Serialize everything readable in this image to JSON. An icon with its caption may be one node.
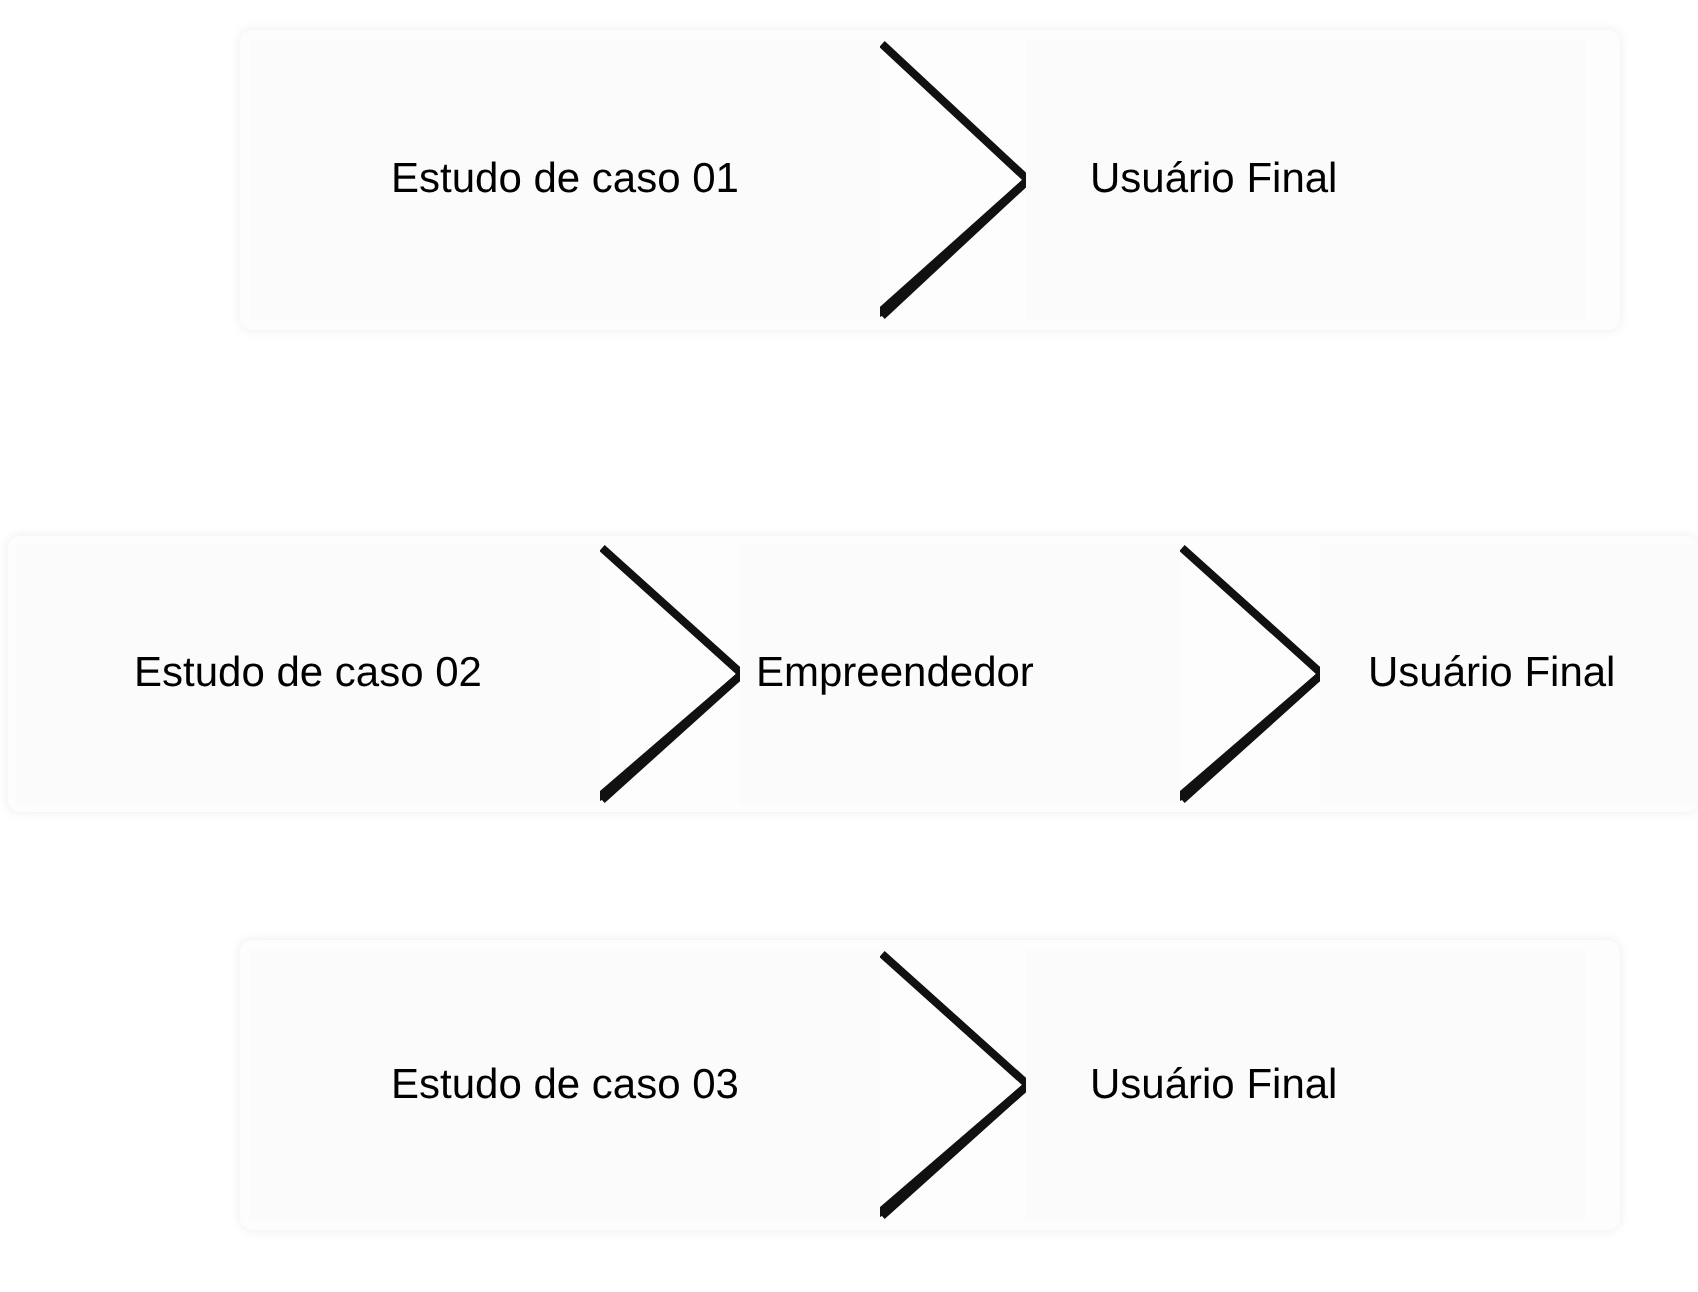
{
  "diagram": {
    "nodes": [
      {
        "text": [
          "Estudo de caso 01"
        ]
      },
      {
        "text": [
          "Usuário Final"
        ]
      },
      {
        "text": [
          "Estudo de caso 02"
        ]
      },
      {
        "text": [
          "Empreendedor"
        ]
      },
      {
        "text": [
          "Usuário Final"
        ]
      },
      {
        "text": [
          "Estudo de caso 03"
        ]
      },
      {
        "text": [
          "Usuário Final"
        ]
      }
    ],
    "edges": [
      {
        "from": 0,
        "to": 1,
        "arrow": "to"
      },
      {
        "from": 2,
        "to": 3,
        "arrow": "to"
      },
      {
        "from": 3,
        "to": 4,
        "arrow": "to"
      },
      {
        "from": 5,
        "to": 6,
        "arrow": "to"
      }
    ]
  }
}
